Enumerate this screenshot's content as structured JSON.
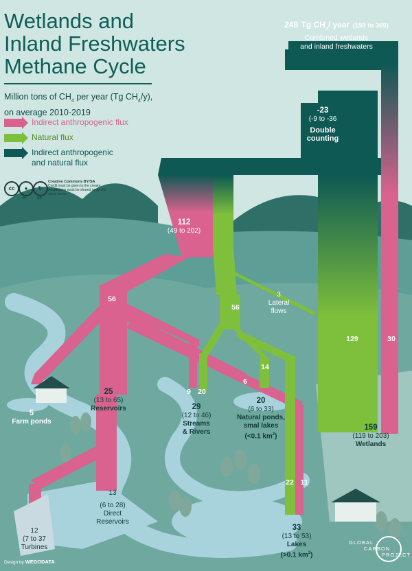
{
  "title": {
    "line1": "Wetlands and",
    "line2": "Inland Freshwaters",
    "line3": "Methane Cycle"
  },
  "subtitle": {
    "prefix": "Million tons of CH",
    "sub1": "4",
    "mid": " per year (Tg CH",
    "sub2": "4",
    "suffix": "/y),",
    "line2": "on average 2010-2019"
  },
  "legend": [
    {
      "label": "Indirect anthropogenic flux",
      "color": "#d9628e"
    },
    {
      "label": "Natural flux",
      "color": "#7ebf3b"
    },
    {
      "label": "Indirect anthropogenic",
      "label2": "and natural flux",
      "color": "#0e5954"
    }
  ],
  "license": {
    "cc": "cc",
    "by": "BY",
    "sa": "SA",
    "heading": "Creative Commons BY/SA",
    "text": "Credit must be given to the creator. Adaptations must be shared under the same terms."
  },
  "total": {
    "value": "248",
    "unit_pre": "Tg CH",
    "unit_sub": "4",
    "unit_post": "/ year",
    "range": "(159 to 369)",
    "name1": "Combined wetlands",
    "name2": "and inland freshwaters"
  },
  "double_counting": {
    "value": "-23",
    "range": "(-9 to -36",
    "name1": "Double",
    "name2": "counting"
  },
  "anthropogenic_total": {
    "value": "112",
    "range": "(49 to 202)"
  },
  "lateral": {
    "value": "3",
    "name1": "Lateral",
    "name2": "flows"
  },
  "flows": {
    "pink_56": "56",
    "green_56": "56",
    "green_129": "129",
    "pink_30": "30",
    "pink_9": "9",
    "green_20": "20",
    "green_14": "14",
    "pink_6": "6",
    "green_22": "22",
    "pink_11": "11"
  },
  "nodes": {
    "farm_ponds": {
      "value": "5",
      "name": "Farm ponds"
    },
    "reservoirs": {
      "value": "25",
      "range": "(13 to 65)",
      "name": "Reservoirs"
    },
    "streams": {
      "value": "29",
      "range": "(12 to 46)",
      "name1": "Streams",
      "name2": "& Rivers"
    },
    "ponds": {
      "value": "20",
      "range": "(6 to 33)",
      "name1": "Natural ponds,",
      "name2": "smal lakes",
      "name3_pre": "(<0.1 km",
      "name3_sup": "2",
      "name3_post": ")"
    },
    "wetlands": {
      "value": "159",
      "range": "(119 to 203)",
      "name": "Wetlands"
    },
    "direct_reservoirs": {
      "value": "13",
      "range": "(6 to 28)",
      "name1": "Direct",
      "name2": "Reservoirs"
    },
    "turbines": {
      "value": "12",
      "range": "(7 to 37",
      "name": "Turbines"
    },
    "lakes": {
      "value": "33",
      "range": "(13 to 53)",
      "name": "Lakes",
      "name2_pre": "(>0.1 km",
      "name2_sup": "2",
      "name2_post": ")"
    }
  },
  "credit": {
    "prefix": "Design by",
    "brand": "WEDODATA"
  },
  "logo": {
    "line1": "GLOBAL",
    "line2": "CARBON",
    "line3": "PROJECT"
  },
  "colors": {
    "pink": "#d9628e",
    "green": "#7ebf3b",
    "teal": "#0e5954",
    "background": "#7fb3ac",
    "water": "#a8d3dc",
    "title": "#0f5e58"
  }
}
